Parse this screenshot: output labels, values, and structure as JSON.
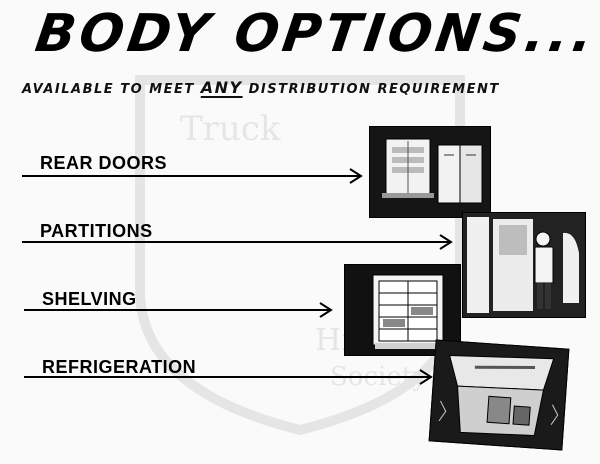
{
  "title": "BODY OPTIONS...",
  "subtitle": {
    "before": "AVAILABLE TO MEET ",
    "emphasis": "ANY",
    "after": " DISTRIBUTION REQUIREMENT"
  },
  "options": [
    {
      "label": "REAR DOORS",
      "icon": "rear-doors-illustration"
    },
    {
      "label": "PARTITIONS",
      "icon": "partitions-illustration"
    },
    {
      "label": "SHELVING",
      "icon": "shelving-illustration"
    },
    {
      "label": "REFRIGERATION",
      "icon": "refrigeration-illustration"
    }
  ],
  "watermark_text": [
    "Truck",
    "Historical",
    "Society"
  ],
  "colors": {
    "ink": "#000000",
    "paper": "#fafafa",
    "panel": "#111111"
  }
}
